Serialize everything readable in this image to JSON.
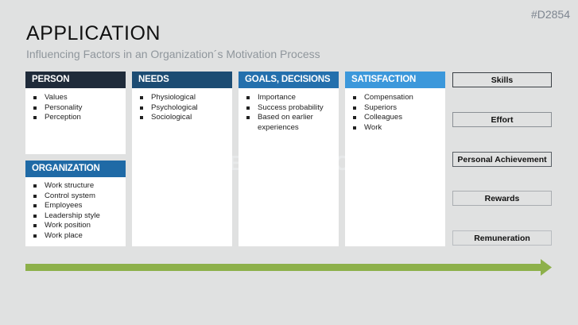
{
  "slide_id": "#D2854",
  "title": "APPLICATION",
  "subtitle": "Influencing Factors in an Organization´s Motivation Process",
  "watermark": "PRESENTATIONLOAD",
  "person": {
    "header": "PERSON",
    "items": [
      "Values",
      "Personality",
      "Perception"
    ]
  },
  "organization": {
    "header": "ORGANIZATION",
    "items": [
      "Work structure",
      "Control system",
      "Employees",
      "Leadership style",
      "Work position",
      "Work place"
    ]
  },
  "needs": {
    "header": "NEEDS",
    "items": [
      "Physiological",
      "Psychological",
      "Sociological"
    ]
  },
  "goals": {
    "header": "GOALS, DECISIONS",
    "items": [
      "Importance",
      "Success probability",
      "Based on earlier experiences"
    ]
  },
  "satisfaction": {
    "header": "SATISFACTION",
    "items": [
      "Compensation",
      "Superiors",
      "Colleagues",
      "Work"
    ]
  },
  "factors": [
    "Skills",
    "Effort",
    "Personal Achievement",
    "Rewards",
    "Remuneration"
  ],
  "colors": {
    "person_header": "#1f2b3a",
    "organization_header": "#1f6aa6",
    "needs_header": "#1c4c73",
    "goals_header": "#2470ad",
    "satisfaction_header": "#3c98db",
    "arrow": "#8db04a"
  }
}
